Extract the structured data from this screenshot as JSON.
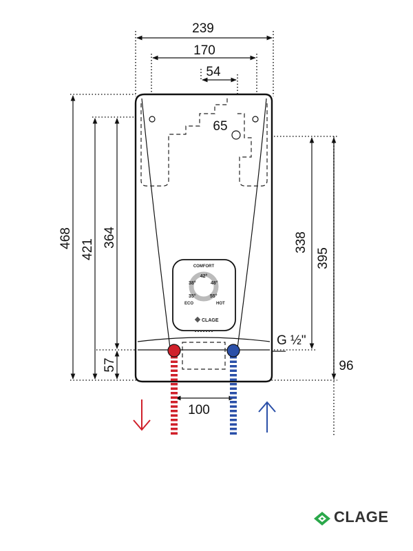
{
  "dimensions": {
    "width_overall": "239",
    "width_mount": "170",
    "offset_54": "54",
    "offset_65": "65",
    "height_468": "468",
    "height_421": "421",
    "height_364": "364",
    "height_57": "57",
    "height_338": "338",
    "height_395": "395",
    "height_96": "96",
    "pipe_spacing": "100",
    "thread": "G ½\""
  },
  "panel": {
    "comfort": "COMFORT",
    "t42": "42°",
    "t38": "38°",
    "t48": "48°",
    "t35": "35°",
    "t55": "55°",
    "eco": "ECO",
    "hot": "HOT",
    "brand": "CLAGE"
  },
  "logo": {
    "text": "CLAGE"
  },
  "colors": {
    "hot_pipe": "#d0202a",
    "cold_pipe": "#2a4fa8",
    "logo_green": "#2aa84a"
  },
  "icons": {
    "hot_flow": "arrow-down-icon",
    "cold_flow": "arrow-up-icon"
  }
}
